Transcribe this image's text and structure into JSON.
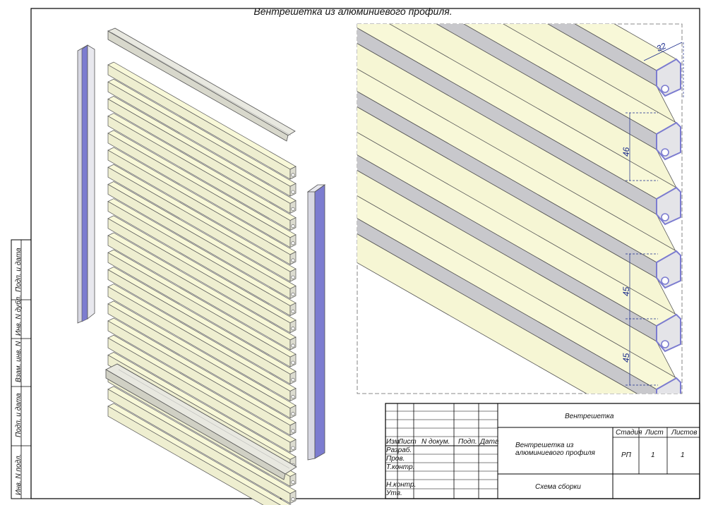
{
  "title": "Вентрешетка из алюминиевого профиля.",
  "dimensions": {
    "width_top": "32",
    "pitch_top": "46",
    "pitch_mid": "45",
    "pitch_low": "45"
  },
  "side_stamp": [
    "Инв. N подл.",
    "Подп. и дата",
    "Взам. инв. N",
    "Инв. N дубл.",
    "Подп. и дата"
  ],
  "title_block": {
    "designation": "Вентрешетка",
    "col_headers": {
      "izm": "Изм.",
      "list": "Лист",
      "n_dokum": "N докум.",
      "podp": "Подп.",
      "data": "Дата"
    },
    "rows": [
      "Разраб.",
      "Пров.",
      "Т.контр.",
      "Н.контр.",
      "Утв."
    ],
    "product_name": "Вентрешетка из алюминиевого профиля",
    "stage_header": "Стадия",
    "sheet_header": "Лист",
    "sheets_header": "Листов",
    "stage_value": "РП",
    "sheet_value": "1",
    "sheets_value": "1",
    "drawing_name": "Схема сборки"
  },
  "colors": {
    "profile": "#f8f8d8",
    "profile_edge": "#555555",
    "frame_blue": "#7c7cd0",
    "frame_grey": "#d8d8e2",
    "dim_blue": "#1a2b8c"
  }
}
